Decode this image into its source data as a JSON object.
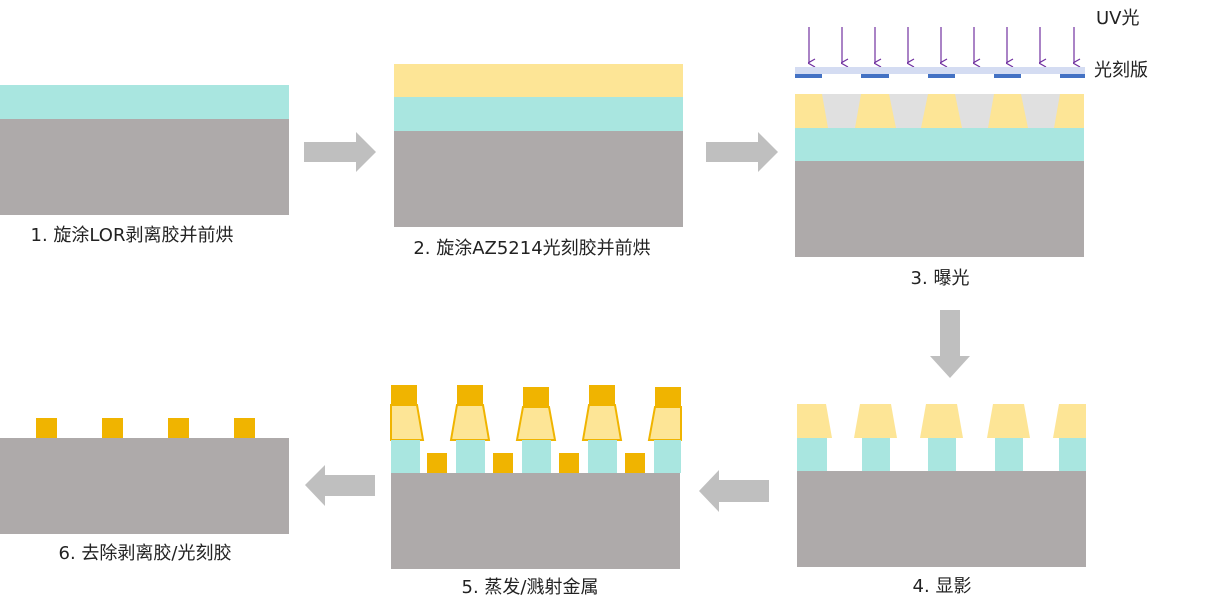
{
  "colors": {
    "substrate": "#aeaaaa",
    "lor": "#a9e6e0",
    "photoresist": "#fde596",
    "exposed_resist": "#e0e0e0",
    "metal": "#f0b400",
    "mask_plate": "#d4dcf2",
    "mask_pattern": "#4472c4",
    "uv_arrow": "#7030a0",
    "process_arrow": "#bfbfbf"
  },
  "labels": {
    "uv": "UV光",
    "mask": "光刻版"
  },
  "steps": [
    {
      "caption": "1. 旋涂LOR剥离胶并前烘"
    },
    {
      "caption": "2. 旋涂AZ5214光刻胶并前烘"
    },
    {
      "caption": "3. 曝光"
    },
    {
      "caption": "4. 显影"
    },
    {
      "caption": "5. 蒸发/溅射金属"
    },
    {
      "caption": "6. 去除剥离胶/光刻胶"
    }
  ]
}
